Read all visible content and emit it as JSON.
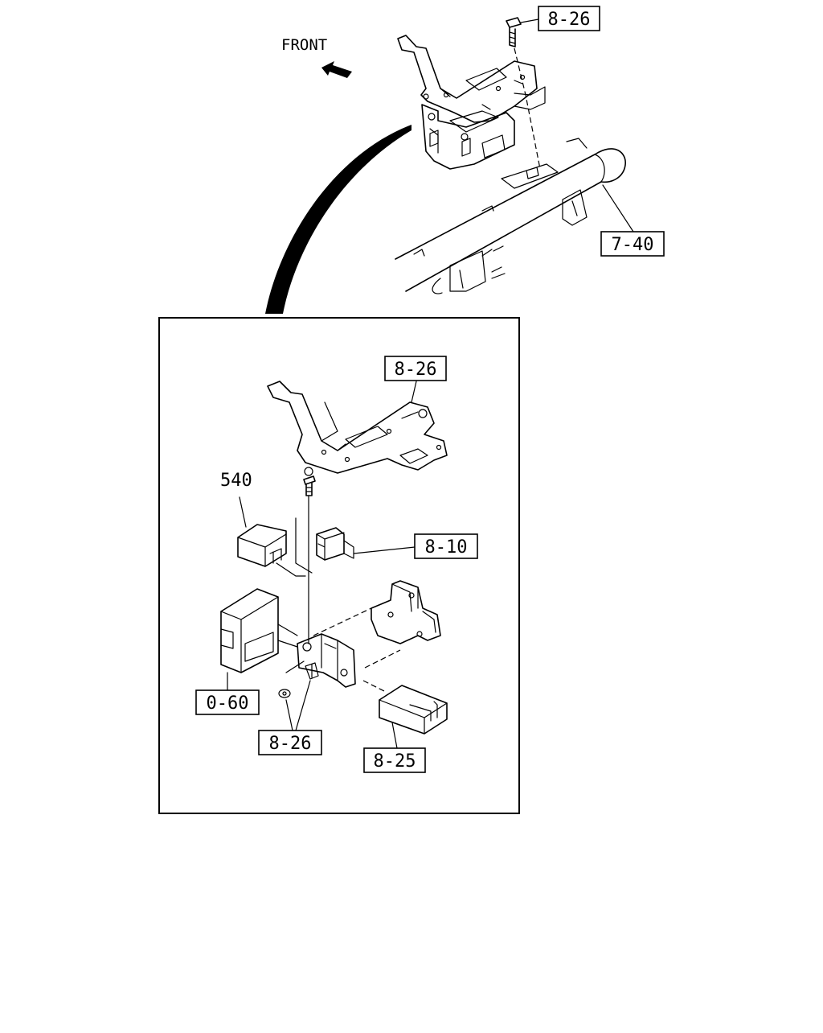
{
  "diagram": {
    "front_label": "FRONT",
    "callouts": {
      "top_bolt": "8-26",
      "crossmember": "7-40",
      "bracket": "8-26",
      "module_540": "540",
      "connector": "8-10",
      "unit_060": "0-60",
      "fasteners": "8-26",
      "relay": "8-25"
    },
    "icons": [
      "front-arrow-icon"
    ],
    "colors": {
      "line": "#000000",
      "background": "#ffffff"
    }
  }
}
